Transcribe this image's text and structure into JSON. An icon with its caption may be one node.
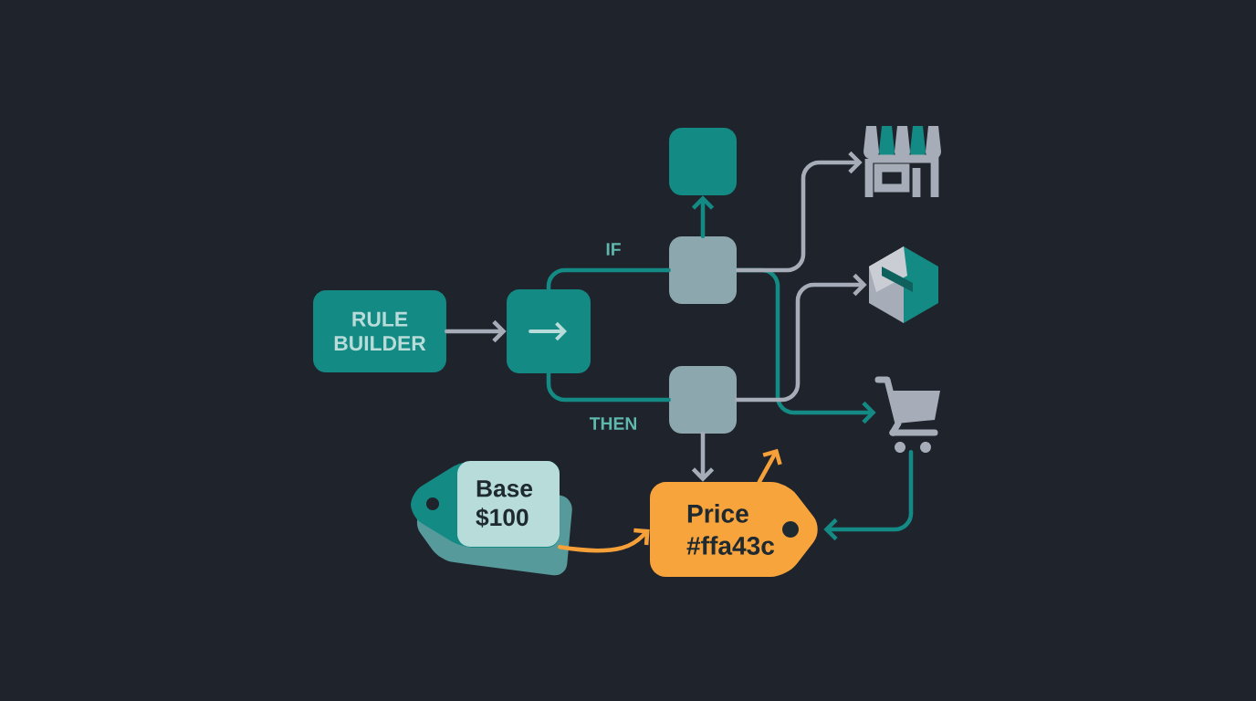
{
  "diagram": {
    "nodes": [
      {
        "text": [
          "RULE BUILDER"
        ]
      },
      {
        "text": [],
        "shape": "box"
      },
      {
        "text": [],
        "shape": "box"
      },
      {
        "text": [],
        "shape": "box"
      },
      {
        "text": [],
        "shape": "box"
      },
      {
        "text": [],
        "shape": "picture"
      },
      {
        "text": [],
        "shape": "picture"
      },
      {
        "text": [],
        "shape": "picture"
      },
      {
        "text": [
          "Base $100"
        ]
      },
      {
        "text": [
          "Price #ffa43c"
        ]
      }
    ],
    "edges": [
      {
        "from": 0,
        "to": 1,
        "arrow": "to",
        "color": "#a7adb8"
      },
      {
        "from": 1,
        "to": 3,
        "arrow": "none",
        "label": "IF",
        "color": "#148a84"
      },
      {
        "from": 1,
        "to": 4,
        "arrow": "none",
        "label": "THEN",
        "color": "#148a84"
      },
      {
        "from": 3,
        "to": 2,
        "arrow": "to",
        "color": "#148a84"
      },
      {
        "from": 3,
        "to": 5,
        "arrow": "to",
        "color": "#a7adb8"
      },
      {
        "from": 3,
        "to": 7,
        "arrow": "to",
        "color": "#148a84"
      },
      {
        "from": 4,
        "to": 6,
        "arrow": "to",
        "color": "#a7adb8"
      },
      {
        "from": 4,
        "to": 9,
        "arrow": "to",
        "color": "#a7adb8"
      },
      {
        "from": 7,
        "to": 9,
        "arrow": "to",
        "color": "#148a84"
      },
      {
        "from": 8,
        "to": 9,
        "arrow": "to",
        "color": "#f5a038"
      },
      {
        "from": 9,
        "to": null,
        "arrow": "to",
        "color": "#f5a038"
      }
    ]
  }
}
